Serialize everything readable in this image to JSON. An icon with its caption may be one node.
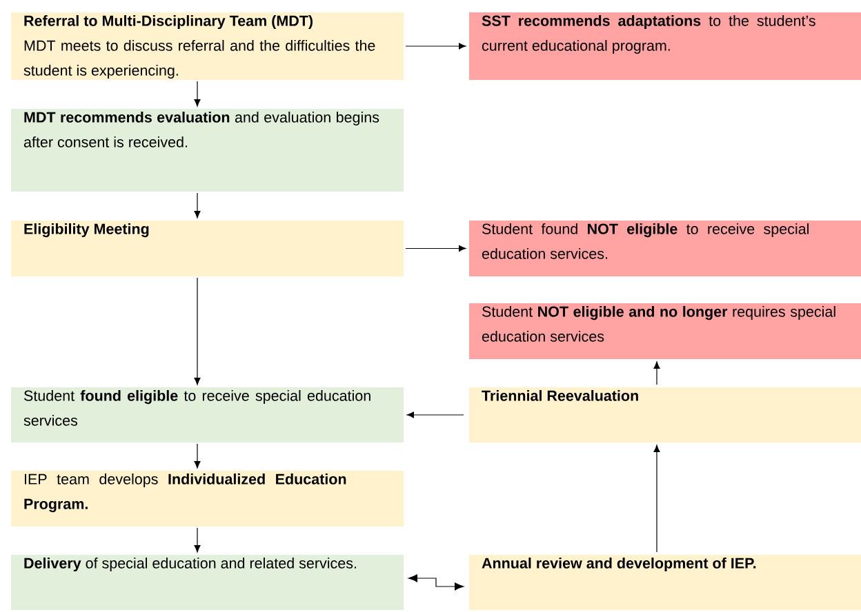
{
  "diagram": {
    "nodes": [
      {
        "text": [
          "Referral to Multi-Disciplinary Team (MDT)",
          "MDT meets to discuss referral and the difficulties the student is experiencing."
        ]
      },
      {
        "text": [
          "**SST recommends adaptations** to the student’s current educational program."
        ]
      },
      {
        "text": [
          "**MDT recommends evaluation** and evaluation begins after consent is received."
        ]
      },
      {
        "text": [
          "Eligibility Meeting"
        ]
      },
      {
        "text": [
          "Student found **NOT eligible** to receive special education services."
        ]
      },
      {
        "text": [
          "Student **NOT eligible and no longer** requires special education services"
        ]
      },
      {
        "text": [
          "Student **found eligible** to receive special education services"
        ]
      },
      {
        "text": [
          "Triennial Reevaluation"
        ]
      },
      {
        "text": [
          "IEP team develops **Individualized Education Program.**"
        ]
      },
      {
        "text": [
          "**Delivery** of special education and related services."
        ]
      },
      {
        "text": [
          "Annual review and development of IEP."
        ]
      }
    ],
    "edges": [
      {
        "from": 0,
        "to": 1,
        "arrow": "to"
      },
      {
        "from": 0,
        "to": 2,
        "arrow": "to"
      },
      {
        "from": 2,
        "to": 3,
        "arrow": "to"
      },
      {
        "from": 3,
        "to": 4,
        "arrow": "to"
      },
      {
        "from": 3,
        "to": 6,
        "arrow": "to"
      },
      {
        "from": 7,
        "to": 5,
        "arrow": "to"
      },
      {
        "from": 7,
        "to": 6,
        "arrow": "to"
      },
      {
        "from": 6,
        "to": 8,
        "arrow": "to"
      },
      {
        "from": 8,
        "to": 9,
        "arrow": "to"
      },
      {
        "from": 9,
        "to": 10,
        "arrow": "both"
      },
      {
        "from": 10,
        "to": 7,
        "arrow": "to"
      }
    ]
  }
}
